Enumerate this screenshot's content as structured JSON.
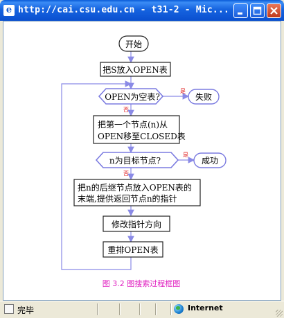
{
  "window": {
    "title": "http://cai.csu.edu.cn - t31-2 - Mic...",
    "icon": "ie-page-icon",
    "buttons": [
      "minimize-icon",
      "maximize-icon",
      "close-icon"
    ]
  },
  "flowchart": {
    "start": "开始",
    "init": "把S放入OPEN表",
    "check_empty": "OPEN为空表?",
    "yes": "是",
    "fail": "失败",
    "no": "否",
    "move_line1": "把第一个节点(n)从",
    "move_line2": "OPEN移至CLOSED表",
    "check_goal": "n为目标节点?",
    "success": "成功",
    "expand_line1": "把n的后继节点放入OPEN表的",
    "expand_line2": "末端,提供返回节点n的指针",
    "modify": "修改指针方向",
    "reorder": "重排OPEN表",
    "caption": "图 3.2 图搜索过程框图",
    "colors": {
      "line": "#8A8AE6",
      "decision_border": "#7B7BE0",
      "yes_no": "#E02020",
      "caption": "#E020C0"
    }
  },
  "status": {
    "text": "完毕",
    "zone": "Internet"
  }
}
